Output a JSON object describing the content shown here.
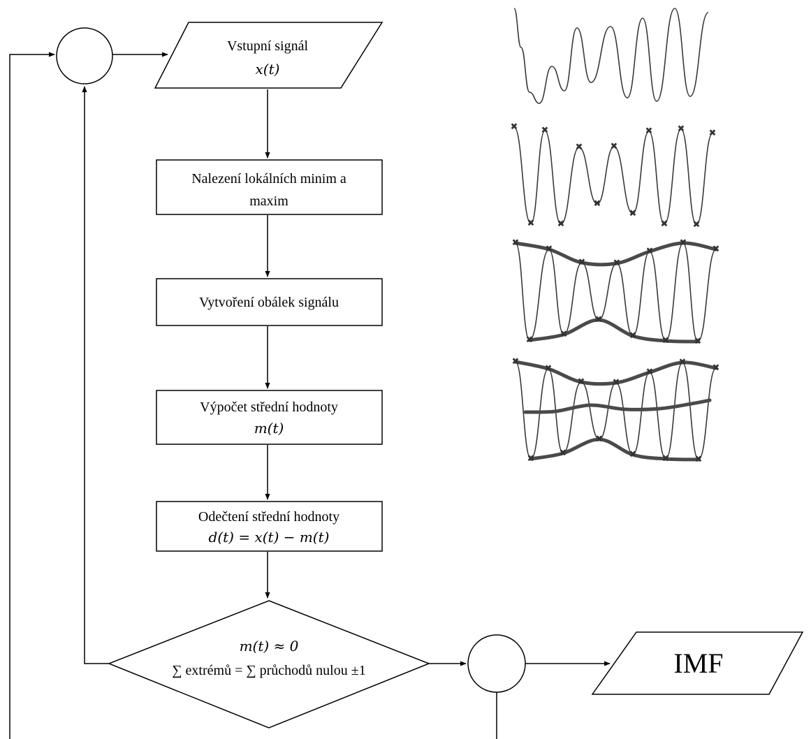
{
  "flowchart": {
    "input": {
      "line1": "Vstupní signál",
      "line2": "x(t)"
    },
    "step1": {
      "line1": "Nalezení lokálních minim a",
      "line2": "maxim"
    },
    "step2": {
      "line1": "Vytvoření obálek signálu"
    },
    "step3": {
      "line1": "Výpočet střední hodnoty",
      "line2": "m(t)"
    },
    "step4": {
      "line1": "Odečtení střední hodnoty",
      "line2": "d(t) = x(t) − m(t)"
    },
    "decision": {
      "line1": "m(t) ≈ 0",
      "line2": "∑ extrémů = ∑ průchodů nulou ±1"
    },
    "output": {
      "label": "IMF"
    }
  },
  "colors": {
    "lines": "#000000",
    "waveform": "#3a3a3a",
    "envelope": "#4a4a4a"
  },
  "icons": {
    "extremum_marker": "✖"
  }
}
